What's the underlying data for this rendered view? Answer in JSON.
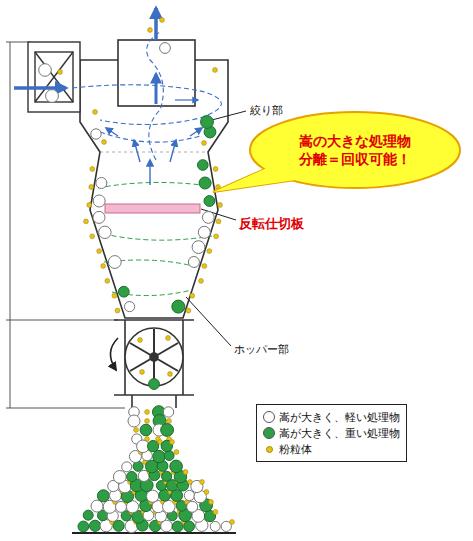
{
  "diagram": {
    "nodes": [
      {
        "text": [
          "嵩の大きな処理物 分離＝回収可能！"
        ]
      }
    ],
    "labels": [
      "絞り部",
      "反転仕切板",
      "ホッパー部"
    ],
    "legend": [
      {
        "text": "嵩が大きく、軽い処理物",
        "color": "#ffffff"
      },
      {
        "text": "嵩が大きく、重い処理物",
        "color": "#2e9e45"
      },
      {
        "text": "粉粒体",
        "color": "#e8c21a"
      }
    ]
  }
}
